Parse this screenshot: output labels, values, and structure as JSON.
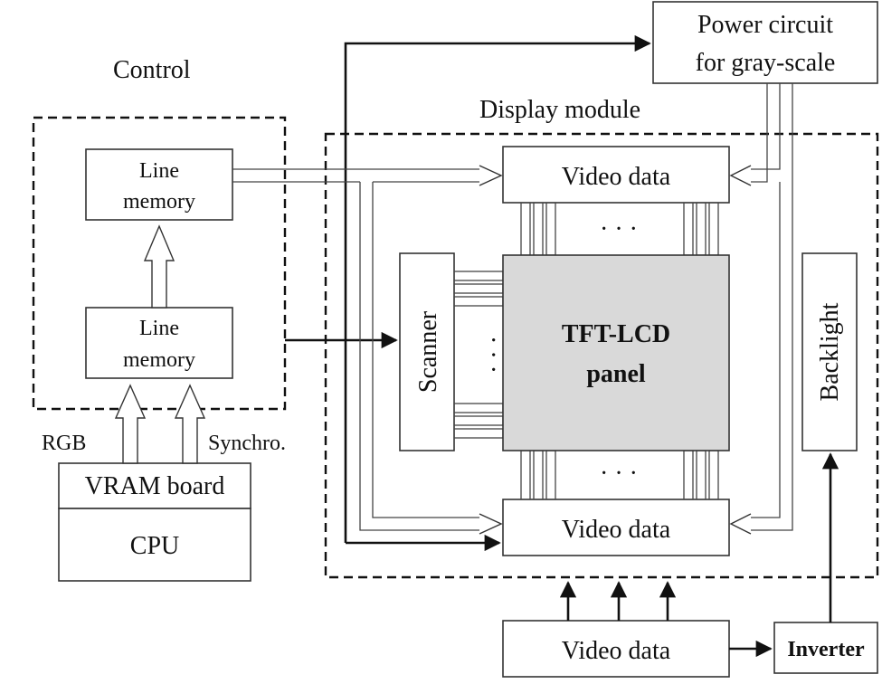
{
  "labels": {
    "control": "Control",
    "display_module": "Display module",
    "power_line1": "Power circuit",
    "power_line2": "for gray-scale",
    "line_memory_top_1": "Line",
    "line_memory_top_2": "memory",
    "line_memory_bottom_1": "Line",
    "line_memory_bottom_2": "memory",
    "rgb": "RGB",
    "synchro": "Synchro.",
    "vram_board": "VRAM board",
    "cpu": "CPU",
    "video_data_top": "Video data",
    "video_data_bottom": "Video data",
    "video_data_external": "Video data",
    "scanner": "Scanner",
    "panel_line1": "TFT-LCD",
    "panel_line2": "panel",
    "backlight": "Backlight",
    "inverter": "Inverter",
    "ellipsis_top": "· · ·",
    "ellipsis_bottom": "· · ·",
    "ellipsis_left": "· · ·"
  },
  "colors": {
    "panel_fill": "#d9d9d9",
    "stroke": "#333333",
    "background": "#ffffff"
  }
}
